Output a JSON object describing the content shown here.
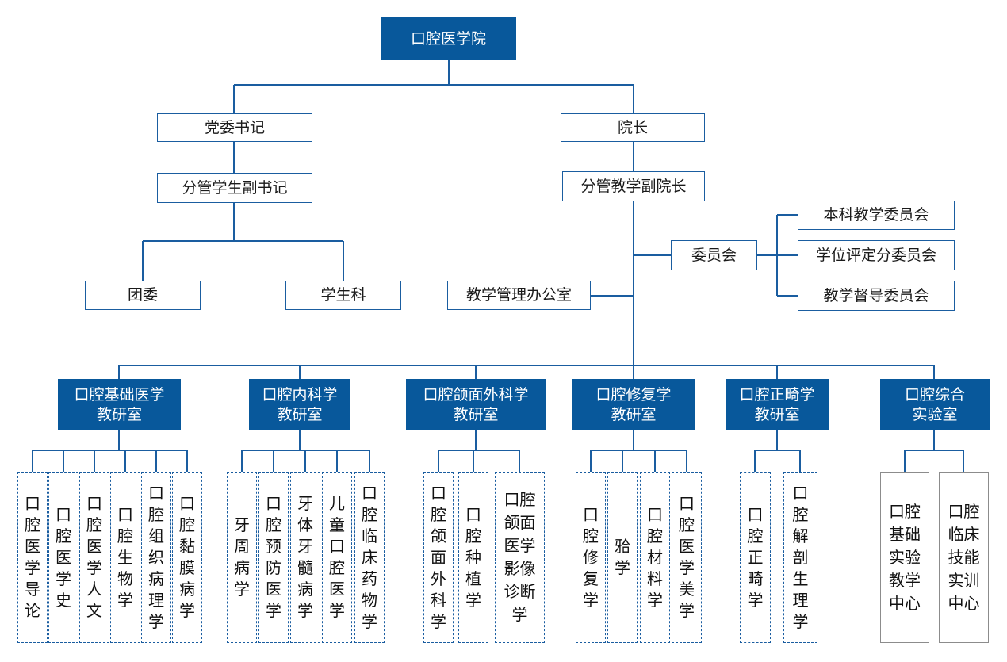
{
  "colors": {
    "primary": "#08589b",
    "border": "#1a5da0",
    "line": "#1a5da0"
  },
  "root": "口腔医学院",
  "party_secretary": "党委书记",
  "dean": "院长",
  "deputy_secretary": "分管学生副书记",
  "deputy_dean": "分管教学副院长",
  "youth_league": "团委",
  "student_affairs": "学生科",
  "committee": "委员会",
  "teaching_office": "教学管理办公室",
  "subcommittees": [
    "本科教学委员会",
    "学位评定分委员会",
    "教学督导委员会"
  ],
  "departments": [
    {
      "line1": "口腔基础医学",
      "line2": "教研室",
      "courses": [
        "口腔医学导论",
        "口腔医学史",
        "口腔医学人文",
        "口腔生物学",
        "口腔组织病理学",
        "口腔黏膜病学"
      ]
    },
    {
      "line1": "口腔内科学",
      "line2": "教研室",
      "courses": [
        "牙周病学",
        "口腔预防医学",
        "牙体牙髓病学",
        "儿童口腔医学",
        "口腔临床药物学"
      ]
    },
    {
      "line1": "口腔颌面外科学",
      "line2": "教研室",
      "courses": [
        "口腔颌面外科学",
        "口腔种植学",
        "口腔颌面医学影像诊断学"
      ]
    },
    {
      "line1": "口腔修复学",
      "line2": "教研室",
      "courses": [
        "口腔修复学",
        "𬌗学",
        "口腔材料学",
        "口腔医学美学"
      ]
    },
    {
      "line1": "口腔正畸学",
      "line2": "教研室",
      "courses": [
        "口腔正畸学",
        "口腔解剖生理学"
      ]
    },
    {
      "line1": "口腔综合",
      "line2": "实验室",
      "courses": [
        "口腔基础实验教学中心",
        "口腔临床技能实训中心"
      ]
    }
  ]
}
